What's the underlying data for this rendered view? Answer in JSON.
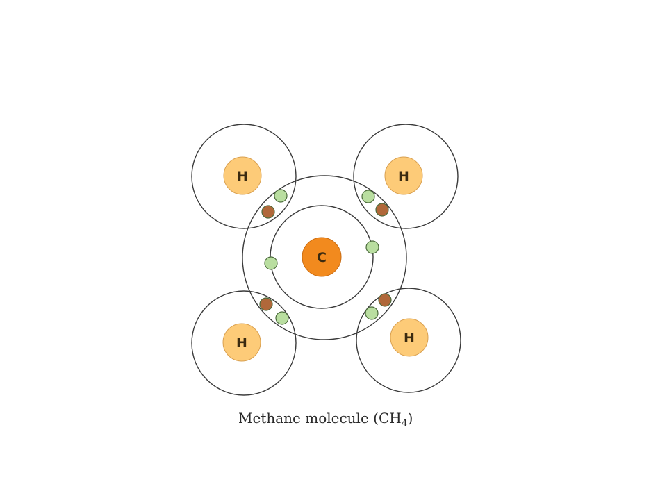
{
  "diagram": {
    "nuclei": {
      "carbon": {
        "label": "C",
        "color": "#f28a1e"
      },
      "hydrogen": {
        "label": "H",
        "color": "#fdcb78"
      }
    },
    "electron_colors": {
      "carbon_electron": "#b9dea0",
      "hydrogen_electron": "#b0683a"
    },
    "caption": {
      "text": "Methane molecule (CH",
      "subscript": "4",
      "close": ")"
    }
  }
}
